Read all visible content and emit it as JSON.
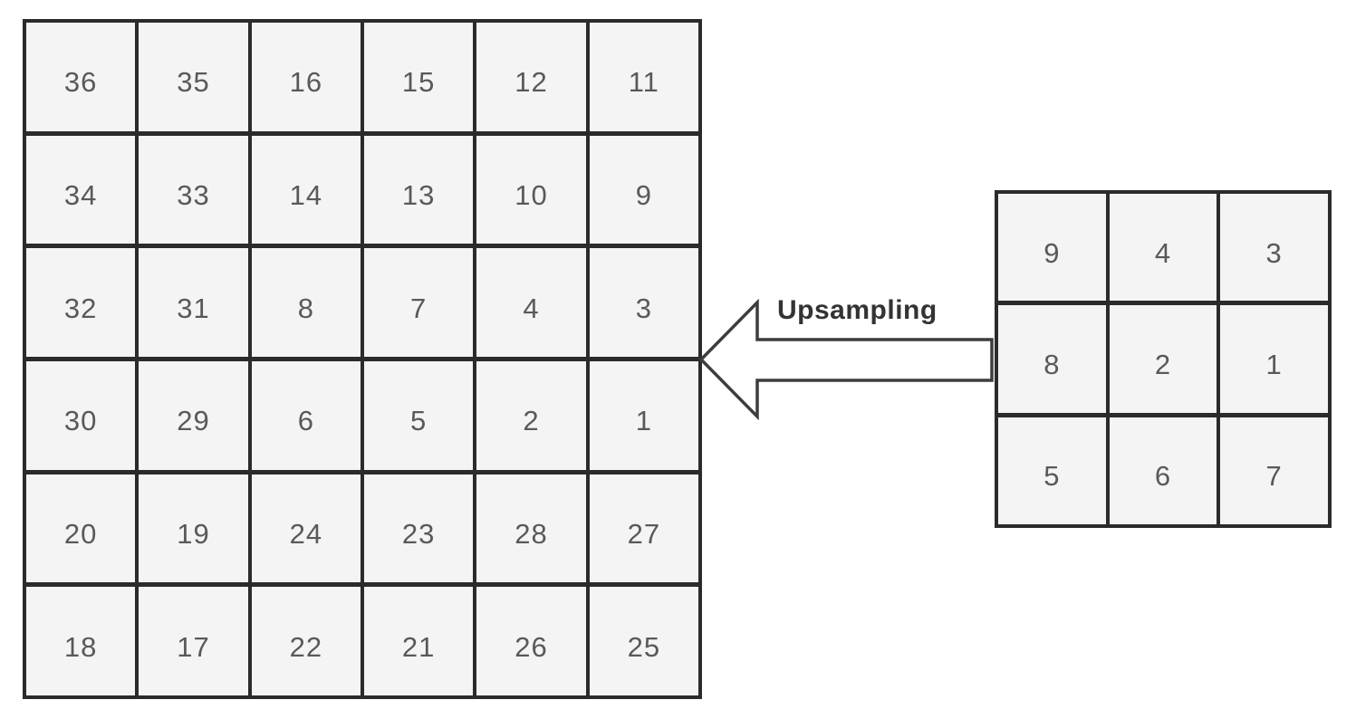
{
  "diagram": {
    "label": "Upsampling",
    "colors": {
      "background": "#ffffff",
      "cell_fill": "#f4f4f4",
      "grid_border": "#2b2b2b",
      "cell_text": "#595959",
      "arrow_fill": "#ffffff",
      "arrow_outline": "#3d3d3d",
      "label_text": "#333333"
    },
    "output_grid": {
      "description": "6x6 upsampled feature map",
      "rows": [
        [
          "36",
          "35",
          "16",
          "15",
          "12",
          "11"
        ],
        [
          "34",
          "33",
          "14",
          "13",
          "10",
          "9"
        ],
        [
          "32",
          "31",
          "8",
          "7",
          "4",
          "3"
        ],
        [
          "30",
          "29",
          "6",
          "5",
          "2",
          "1"
        ],
        [
          "20",
          "19",
          "24",
          "23",
          "28",
          "27"
        ],
        [
          "18",
          "17",
          "22",
          "21",
          "26",
          "25"
        ]
      ]
    },
    "input_grid": {
      "description": "3x3 input feature map",
      "rows": [
        [
          "9",
          "4",
          "3"
        ],
        [
          "8",
          "2",
          "1"
        ],
        [
          "5",
          "6",
          "7"
        ]
      ]
    }
  }
}
